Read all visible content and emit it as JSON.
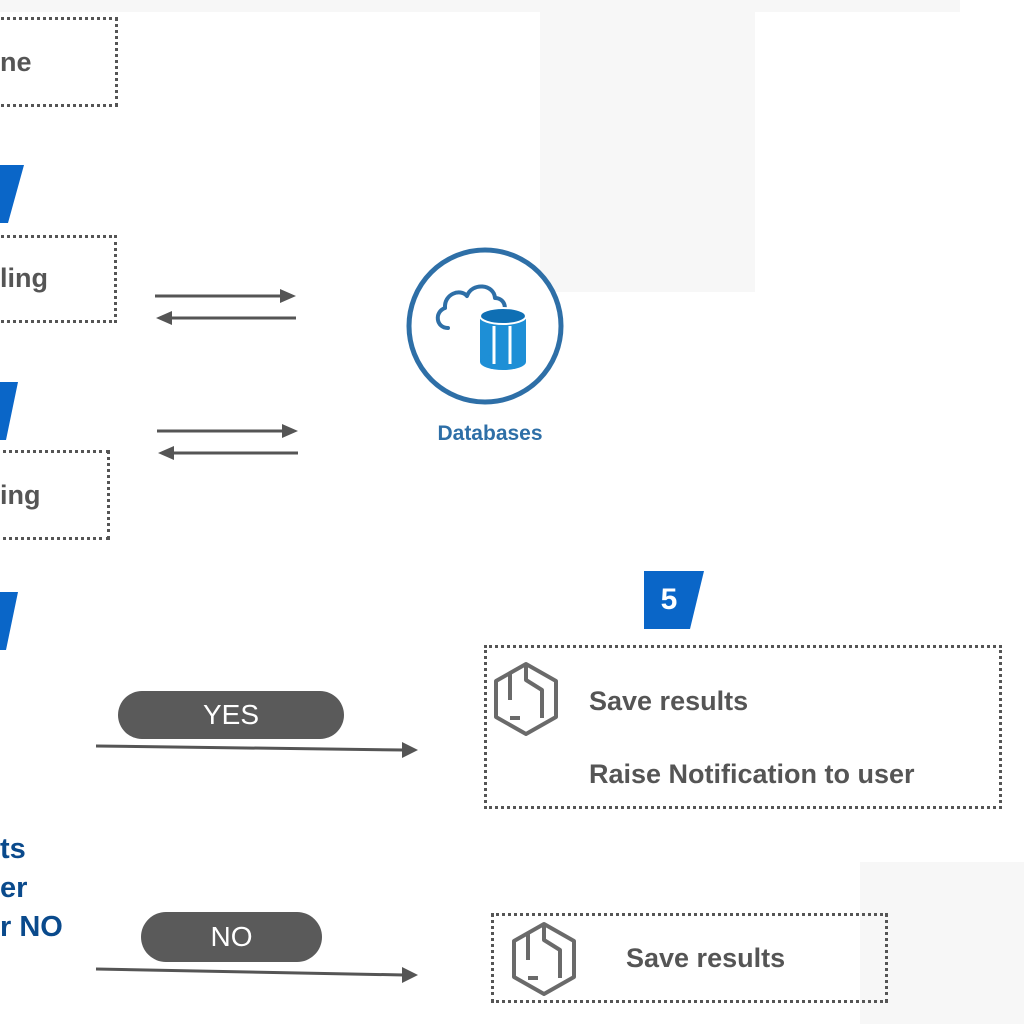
{
  "colors": {
    "accent_blue": "#0a66c8",
    "dark_blue_text": "#0a4a8c",
    "db_blue": "#2e6fa7",
    "gray_text": "#555555",
    "pill_gray": "#5a5a5a"
  },
  "boxes": {
    "top_partial": "ne",
    "middle_partial_1": "ling",
    "middle_partial_2": "ing"
  },
  "databases": {
    "label": "Databases",
    "icon": "cloud-database-icon"
  },
  "step5": {
    "badge": "5",
    "line1": "Save results",
    "line2": "Raise Notification to user",
    "icon": "package-cube-icon"
  },
  "decision": {
    "yes_label": "YES",
    "no_label": "NO",
    "question_lines": [
      "ts",
      "er",
      "r NO"
    ]
  },
  "no_result": {
    "text": "Save results",
    "icon": "package-cube-icon"
  }
}
